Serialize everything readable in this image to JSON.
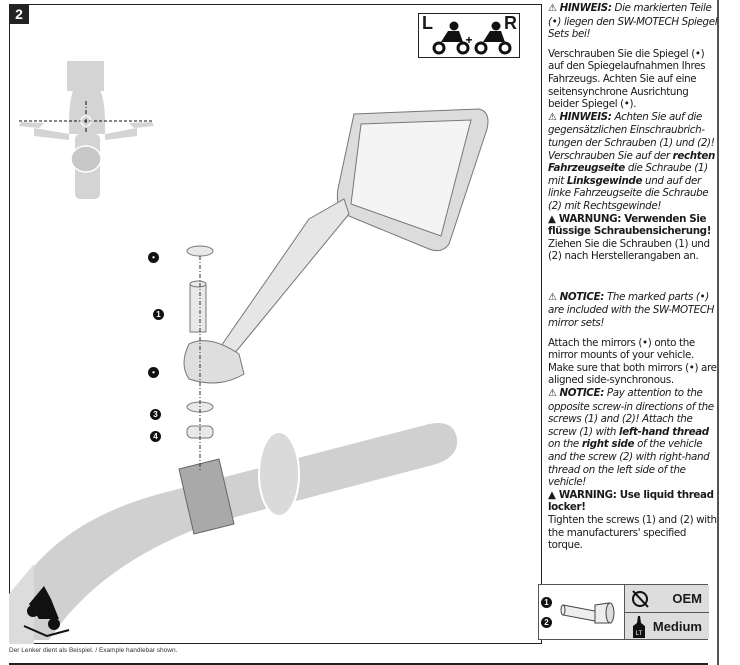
{
  "step_number": "2",
  "side_badge": {
    "left": "L",
    "plus": "+",
    "right": "R"
  },
  "callouts": {
    "marked": "•",
    "one": "1",
    "three": "3",
    "four": "4"
  },
  "german": {
    "notice1_label": "HINWEIS:",
    "notice1_text": " Die markierten Teile (•) liegen den SW-MOTECH Spiegel Sets bei!",
    "body": "Verschrauben Sie die Spiegel (•) auf den Spiegelaufnahmen Ihres Fahrzeugs. Achten Sie auf eine seitensynchrone Ausrichtung beider Spiegel (•).",
    "notice2_label": "HINWEIS:",
    "notice2_a": " Achten Sie auf die gegensätzlichen Einschraubrich-tungen der Schrauben (1) und (2)! Verschrauben Sie auf der ",
    "notice2_b": "rechten Fahrzeugseite",
    "notice2_c": " die Schraube (1) mit ",
    "notice2_d": "Linksgewinde",
    "notice2_e": " und auf der linke Fahrzeugseite die Schraube (2) mit Rechtsgewinde!",
    "warning": "WARNUNG: Verwenden Sie flüssige Schraubensicherung!",
    "torque": "Ziehen Sie die Schrauben (1) und (2) nach Herstellerangaben an."
  },
  "english": {
    "notice1_label": "NOTICE:",
    "notice1_text": " The marked parts (•) are included with the SW-MOTECH mirror sets!",
    "body": "Attach the mirrors (•) onto the mirror mounts of your vehicle. Make sure that both mirrors (•) are aligned side-synchronous.",
    "notice2_label": "NOTICE:",
    "notice2_a": " Pay attention to the opposite screw-in directions of the screws (1) and (2)! Attach the screw (1) with ",
    "notice2_b": "left-hand thread",
    "notice2_c": " on the ",
    "notice2_d": "right side",
    "notice2_e": " of the vehicle and the screw (2) with right-hand thread on the left side of the vehicle!",
    "warning": "WARNING: Use liquid thread locker!",
    "torque": "Tighten the screws (1) and (2) with the manufacturers' specified torque."
  },
  "spec_table": {
    "parts": [
      "1",
      "2"
    ],
    "torque_icon": "no-torque-wrench-icon",
    "torque_value": "OEM",
    "locker_icon": "thread-locker-bottle-icon",
    "locker_label": "LT",
    "locker_value": "Medium"
  },
  "caption": "Der Lenker dient als Beispiel. / Example handlebar shown."
}
